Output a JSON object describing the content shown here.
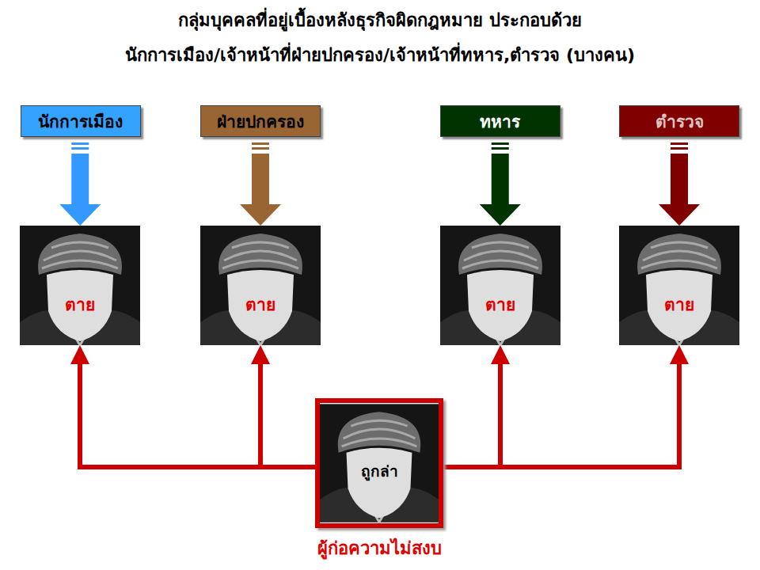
{
  "diagram": {
    "title": "กลุ่มบุคคลที่อยู่เบื้องหลังธุรกิจผิดกฎหมาย ประกอบด้วย",
    "nodes": [
      {
        "text": [
          "นักการเมือง"
        ]
      },
      {
        "text": [
          "ฝ่ายปกครอง"
        ]
      },
      {
        "text": [
          "ทหาร"
        ]
      },
      {
        "text": [
          "ตำรวจ"
        ]
      },
      {
        "text": [
          "ตาย"
        ]
      },
      {
        "text": [
          "ตาย"
        ]
      },
      {
        "text": [
          "ตาย"
        ]
      },
      {
        "text": [
          "ตาย"
        ]
      },
      {
        "text": [
          "ถูกล่า",
          "ผู้ก่อความไม่สงบ"
        ]
      }
    ],
    "edges": [
      {
        "from": 0,
        "to": 4,
        "arrow": "to"
      },
      {
        "from": 1,
        "to": 5,
        "arrow": "to"
      },
      {
        "from": 2,
        "to": 6,
        "arrow": "to"
      },
      {
        "from": 3,
        "to": 7,
        "arrow": "to"
      },
      {
        "from": 8,
        "to": 4,
        "arrow": "to"
      },
      {
        "from": 8,
        "to": 5,
        "arrow": "to"
      },
      {
        "from": 8,
        "to": 6,
        "arrow": "to"
      },
      {
        "from": 8,
        "to": 7,
        "arrow": "to"
      }
    ],
    "labels": [
      "นักการเมือง/เจ้าหน้าที่ฝ่ายปกครอง/เจ้าหน้าที่ทหาร,ตำรวจ (บางคน)"
    ]
  }
}
